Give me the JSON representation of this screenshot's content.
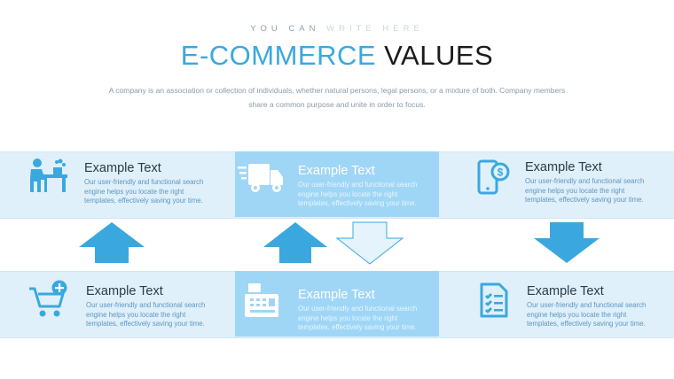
{
  "header": {
    "kicker_dark": "YOU CAN ",
    "kicker_light": "WRITE HERE",
    "title_colored": "E-COMMERCE",
    "title_dark": "VALUES",
    "intro": "A company is an association or collection of individuals, whether natural persons, legal persons, or a mixture of both. Company members share a common purpose and unite in order to focus."
  },
  "colors": {
    "accent": "#3aa8df",
    "band": "#dff0fb",
    "highlight": "#9fd6f5",
    "arrow_solid": "#3aa8df",
    "arrow_outline": "#e4f3fc"
  },
  "cards": [
    {
      "id": "top-left",
      "icon": "office-worker-icon",
      "title": "Example Text",
      "body": "Our user-friendly and functional search engine helps you locate the right templates, effectively saving your time."
    },
    {
      "id": "top-center",
      "icon": "delivery-truck-icon",
      "title": "Example Text",
      "body": "Our user-friendly and functional search engine helps you locate the right templates, effectively saving your time."
    },
    {
      "id": "top-right",
      "icon": "mobile-payment-icon",
      "title": "Example Text",
      "body": "Our user-friendly and functional search engine helps you locate the right templates, effectively saving your time."
    },
    {
      "id": "bottom-left",
      "icon": "add-to-cart-icon",
      "title": "Example Text",
      "body": "Our user-friendly and functional search engine helps you locate the right templates, effectively saving your time."
    },
    {
      "id": "bottom-center",
      "icon": "cash-register-icon",
      "title": "Example Text",
      "body": "Our user-friendly and functional search engine helps you locate the right templates, effectively saving your time."
    },
    {
      "id": "bottom-right",
      "icon": "invoice-checklist-icon",
      "title": "Example Text",
      "body": "Our user-friendly and functional search engine helps you locate the right templates, effectively saving your time."
    }
  ],
  "arrows": [
    {
      "id": "left",
      "direction": "up",
      "style": "solid"
    },
    {
      "id": "center-left",
      "direction": "up",
      "style": "solid"
    },
    {
      "id": "center-right",
      "direction": "down",
      "style": "outline"
    },
    {
      "id": "right",
      "direction": "down",
      "style": "solid"
    }
  ]
}
